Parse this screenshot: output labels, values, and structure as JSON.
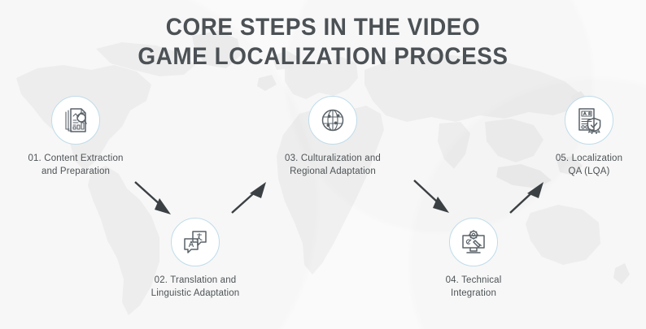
{
  "title": {
    "line1": "CORE STEPS IN THE VIDEO",
    "line2": "GAME LOCALIZATION PROCESS",
    "color": "#4b5155"
  },
  "theme": {
    "background": "#fafafa",
    "map_land": "#f0f0f0",
    "circle_border": "#bfdcea",
    "circle_fill": "#ffffff",
    "icon_stroke": "#5a6268",
    "arrow_color": "#3b4044",
    "label_color": "#4d5356"
  },
  "steps": [
    {
      "number": "01.",
      "label": "01. Content Extraction\nand Preparation",
      "icon": "document-chart-magnifier-icon"
    },
    {
      "number": "02.",
      "label": "02. Translation and\nLinguistic Adaptation",
      "icon": "translation-speech-bubbles-icon"
    },
    {
      "number": "03.",
      "label": "03. Culturalization and\nRegional Adaptation",
      "icon": "globe-network-icon"
    },
    {
      "number": "04.",
      "label": "04. Technical\nIntegration",
      "icon": "monitor-gear-tools-icon"
    },
    {
      "number": "05.",
      "label": "05. Localization\nQA (LQA)",
      "icon": "qa-document-badge-icon"
    }
  ],
  "arrows": [
    {
      "name": "arrow-step1-to-step2",
      "direction": "down-right"
    },
    {
      "name": "arrow-step2-to-step3",
      "direction": "up-right"
    },
    {
      "name": "arrow-step3-to-step4",
      "direction": "down-right"
    },
    {
      "name": "arrow-step4-to-step5",
      "direction": "up-right"
    }
  ],
  "background": {
    "element": "world-map-watermark"
  }
}
